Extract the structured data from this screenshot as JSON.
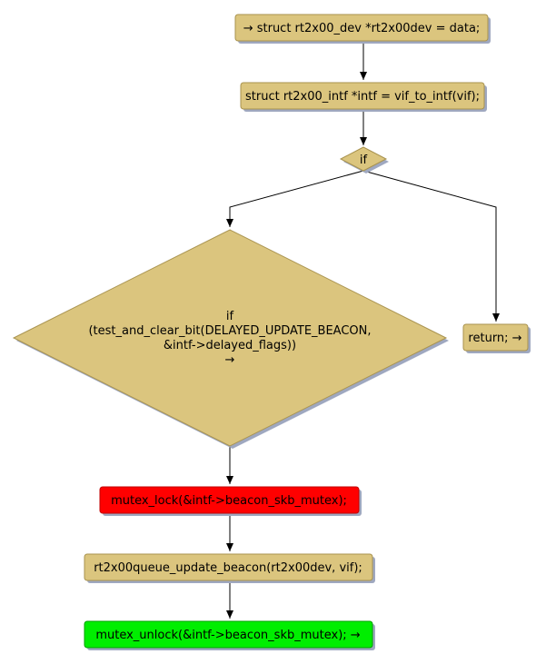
{
  "colors": {
    "node_fill": "#DBC57E",
    "node_stroke": "#A8924E",
    "shadow": "#9FA8C0",
    "lock_fill": "#FF0000",
    "lock_stroke": "#C00000",
    "unlock_fill": "#00EE00",
    "unlock_stroke": "#00A000",
    "edge": "#000000"
  },
  "nodes": {
    "start": "→ struct rt2x00_dev *rt2x00dev = data;",
    "intf_assign": "struct rt2x00_intf *intf = vif_to_intf(vif);",
    "if_small": "if",
    "if_big": {
      "line1": "if",
      "line2": "(test_and_clear_bit(DELAYED_UPDATE_BEACON,",
      "line3": "&intf->delayed_flags))",
      "line4": "→"
    },
    "return": "return; →",
    "mutex_lock": "mutex_lock(&intf->beacon_skb_mutex);",
    "update_beacon": "rt2x00queue_update_beacon(rt2x00dev, vif);",
    "mutex_unlock": "mutex_unlock(&intf->beacon_skb_mutex); →"
  }
}
